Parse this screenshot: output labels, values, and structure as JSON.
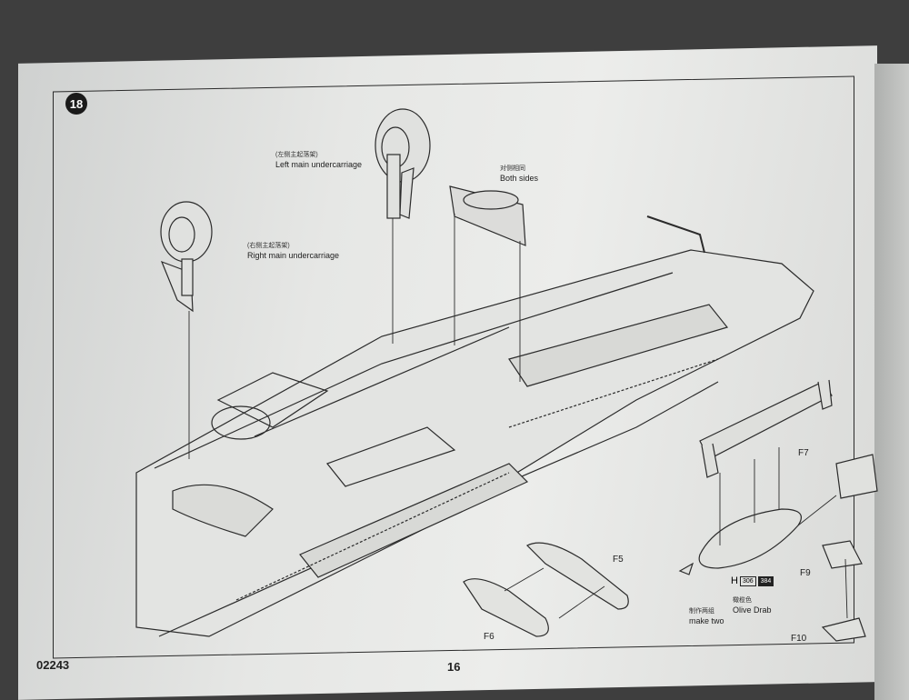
{
  "step_number": "18",
  "labels": {
    "left_gear_cn": "(左侧主起落架)",
    "left_gear": "Left main undercarriage",
    "right_gear_cn": "(右侧主起落架)",
    "right_gear": "Right main undercarriage",
    "both_sides_cn": "对侧相同",
    "both_sides": "Both sides",
    "make_two_cn": "制作两组",
    "make_two": "make two",
    "color_cn": "橄榄色",
    "color": "Olive Drab"
  },
  "parts": {
    "f7": "F7",
    "f5": "F5",
    "f6": "F6",
    "f9": "F9",
    "f10": "F10",
    "h": "H"
  },
  "paint_codes": {
    "code1": "306",
    "code2": "384"
  },
  "footer": {
    "product_code": "02243",
    "page_number": "16"
  }
}
